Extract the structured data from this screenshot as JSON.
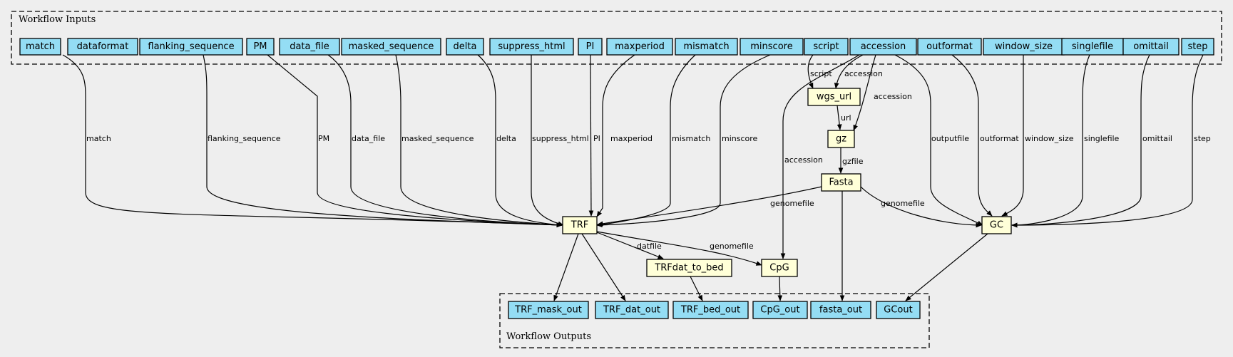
{
  "clusters": {
    "inputs_label": "Workflow Inputs",
    "outputs_label": "Workflow Outputs"
  },
  "colors": {
    "background": "#eeeeee",
    "io_fill": "#94ddf4",
    "step_fill": "#ffffd8",
    "stroke": "#000000"
  },
  "inputs": [
    {
      "id": "match",
      "label": "match"
    },
    {
      "id": "dataformat",
      "label": "dataformat"
    },
    {
      "id": "flanking_sequence",
      "label": "flanking_sequence"
    },
    {
      "id": "PM",
      "label": "PM"
    },
    {
      "id": "data_file",
      "label": "data_file"
    },
    {
      "id": "masked_sequence",
      "label": "masked_sequence"
    },
    {
      "id": "delta",
      "label": "delta"
    },
    {
      "id": "suppress_html",
      "label": "suppress_html"
    },
    {
      "id": "PI",
      "label": "PI"
    },
    {
      "id": "maxperiod",
      "label": "maxperiod"
    },
    {
      "id": "mismatch",
      "label": "mismatch"
    },
    {
      "id": "minscore",
      "label": "minscore"
    },
    {
      "id": "script",
      "label": "script"
    },
    {
      "id": "accession",
      "label": "accession"
    },
    {
      "id": "outformat",
      "label": "outformat"
    },
    {
      "id": "window_size",
      "label": "window_size"
    },
    {
      "id": "singlefile",
      "label": "singlefile"
    },
    {
      "id": "omittail",
      "label": "omittail"
    },
    {
      "id": "step",
      "label": "step"
    }
  ],
  "steps": [
    {
      "id": "wgs_url",
      "label": "wgs_url"
    },
    {
      "id": "gz",
      "label": "gz"
    },
    {
      "id": "Fasta",
      "label": "Fasta"
    },
    {
      "id": "TRF",
      "label": "TRF"
    },
    {
      "id": "GC",
      "label": "GC"
    },
    {
      "id": "TRFdat_to_bed",
      "label": "TRFdat_to_bed"
    },
    {
      "id": "CpG",
      "label": "CpG"
    }
  ],
  "outputs": [
    {
      "id": "TRF_mask_out",
      "label": "TRF_mask_out"
    },
    {
      "id": "TRF_dat_out",
      "label": "TRF_dat_out"
    },
    {
      "id": "TRF_bed_out",
      "label": "TRF_bed_out"
    },
    {
      "id": "CpG_out",
      "label": "CpG_out"
    },
    {
      "id": "fasta_out",
      "label": "fasta_out"
    },
    {
      "id": "GCout",
      "label": "GCout"
    }
  ],
  "edges": [
    {
      "from": "match",
      "to": "TRF",
      "label": "match"
    },
    {
      "from": "flanking_sequence",
      "to": "TRF",
      "label": "flanking_sequence"
    },
    {
      "from": "PM",
      "to": "TRF",
      "label": "PM"
    },
    {
      "from": "data_file",
      "to": "TRF",
      "label": "data_file"
    },
    {
      "from": "masked_sequence",
      "to": "TRF",
      "label": "masked_sequence"
    },
    {
      "from": "delta",
      "to": "TRF",
      "label": "delta"
    },
    {
      "from": "suppress_html",
      "to": "TRF",
      "label": "suppress_html"
    },
    {
      "from": "PI",
      "to": "TRF",
      "label": "PI"
    },
    {
      "from": "maxperiod",
      "to": "TRF",
      "label": "maxperiod"
    },
    {
      "from": "mismatch",
      "to": "TRF",
      "label": "mismatch"
    },
    {
      "from": "minscore",
      "to": "TRF",
      "label": "minscore"
    },
    {
      "from": "script",
      "to": "wgs_url",
      "label": "script"
    },
    {
      "from": "accession",
      "to": "wgs_url",
      "label": "accession"
    },
    {
      "from": "accession",
      "to": "gz",
      "label": "accession"
    },
    {
      "from": "accession",
      "to": "CpG",
      "label": "accession"
    },
    {
      "from": "accession",
      "to": "GC",
      "label": "outputfile"
    },
    {
      "from": "wgs_url",
      "to": "gz",
      "label": "url"
    },
    {
      "from": "gz",
      "to": "Fasta",
      "label": "gzfile"
    },
    {
      "from": "Fasta",
      "to": "TRF",
      "label": "genomefile"
    },
    {
      "from": "Fasta",
      "to": "GC",
      "label": "genomefile"
    },
    {
      "from": "Fasta",
      "to": "fasta_out",
      "label": ""
    },
    {
      "from": "outformat",
      "to": "GC",
      "label": "outformat"
    },
    {
      "from": "window_size",
      "to": "GC",
      "label": "window_size"
    },
    {
      "from": "singlefile",
      "to": "GC",
      "label": "singlefile"
    },
    {
      "from": "omittail",
      "to": "GC",
      "label": "omittail"
    },
    {
      "from": "step",
      "to": "GC",
      "label": "step"
    },
    {
      "from": "TRF",
      "to": "TRFdat_to_bed",
      "label": "datfile"
    },
    {
      "from": "TRF",
      "to": "CpG",
      "label": "genomefile"
    },
    {
      "from": "TRF",
      "to": "TRF_mask_out",
      "label": ""
    },
    {
      "from": "TRF",
      "to": "TRF_dat_out",
      "label": ""
    },
    {
      "from": "TRFdat_to_bed",
      "to": "TRF_bed_out",
      "label": ""
    },
    {
      "from": "CpG",
      "to": "CpG_out",
      "label": ""
    },
    {
      "from": "GC",
      "to": "GCout",
      "label": ""
    }
  ]
}
